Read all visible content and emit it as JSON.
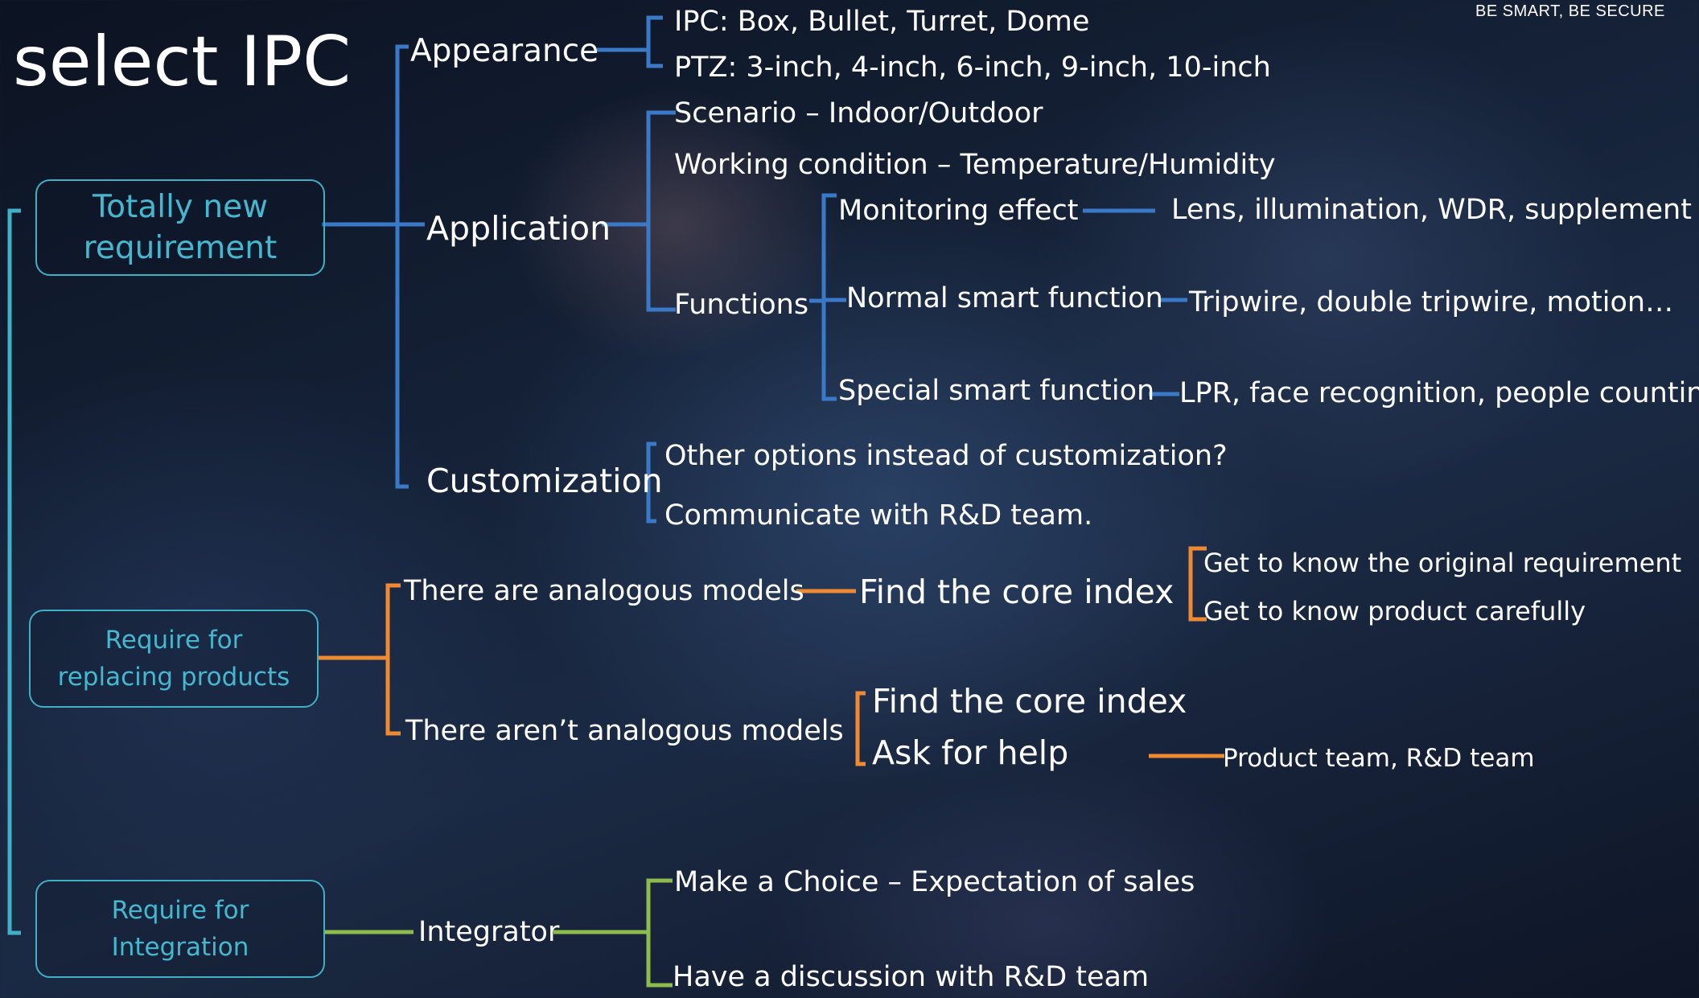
{
  "slide": {
    "title": "select IPC",
    "brand_slogan": "BE SMART, BE SECURE"
  },
  "colors": {
    "teal": "#3fb0c6",
    "blue": "#3a78c8",
    "orange": "#ef8a33",
    "green": "#8cbc4c",
    "text": "#ffffff"
  },
  "roots": {
    "new": {
      "line1": "Totally new",
      "line2": "requirement"
    },
    "replace": {
      "line1": "Require for",
      "line2": "replacing products"
    },
    "integration": {
      "line1": "Require for",
      "line2": "Integration"
    }
  },
  "new_requirement": {
    "appearance": {
      "label": "Appearance",
      "items": [
        "IPC: Box, Bullet, Turret, Dome",
        "PTZ: 3-inch, 4-inch, 6-inch, 9-inch, 10-inch"
      ]
    },
    "application": {
      "label": "Application",
      "scenario": "Scenario – Indoor/Outdoor",
      "working_condition": "Working condition – Temperature/Humidity",
      "functions": {
        "label": "Functions",
        "monitoring": {
          "label": "Monitoring effect",
          "detail": "Lens, illumination, WDR, supplement"
        },
        "normal": {
          "label": "Normal smart function",
          "detail": "Tripwire, double tripwire, motion…"
        },
        "special": {
          "label": "Special smart function",
          "detail": "LPR, face recognition, people counting"
        }
      }
    },
    "customization": {
      "label": "Customization",
      "items": [
        "Other options instead of customization?",
        "Communicate with R&D team."
      ]
    }
  },
  "replacing": {
    "analogous": {
      "label": "There are analogous models",
      "core": "Find the core index",
      "steps": [
        "Get to know the original requirement",
        "Get to know product carefully"
      ]
    },
    "no_analogous": {
      "label": "There aren’t analogous models",
      "core": "Find the core index",
      "help": "Ask for help",
      "teams": "Product team, R&D team"
    }
  },
  "integration": {
    "label": "Integrator",
    "items": [
      "Make a Choice – Expectation of sales",
      "Have a discussion with R&D team"
    ]
  }
}
